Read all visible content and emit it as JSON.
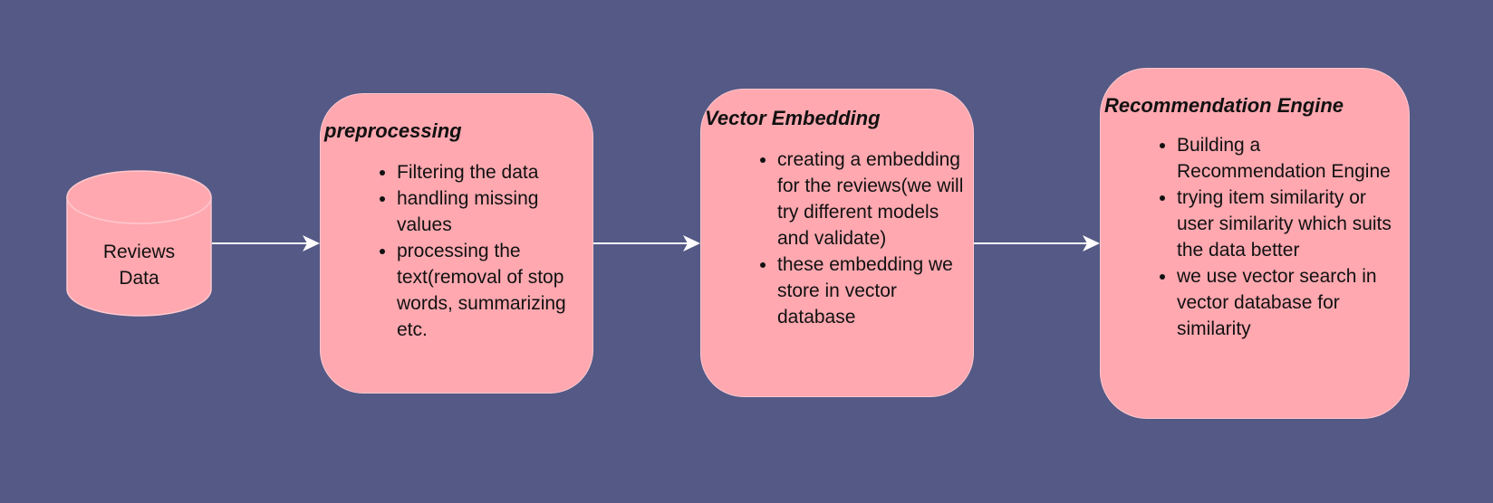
{
  "colors": {
    "background": "#545985",
    "node_fill": "#FFA8B0",
    "node_stroke": "#FFC8CE",
    "edge": "#FFFFFF"
  },
  "database": {
    "line1": "Reviews",
    "line2": "Data"
  },
  "preprocessing": {
    "title": "preprocessing",
    "items": [
      "Filtering the data",
      "handling missing values",
      "processing the text(removal of stop words, summarizing etc."
    ]
  },
  "embedding": {
    "title": "Vector Embedding",
    "items": [
      "creating a embedding for the reviews(we will try different models and validate)",
      "these embedding we store in vector database"
    ]
  },
  "engine": {
    "title": "Recommendation Engine",
    "items": [
      "Building a Recommendation Engine",
      "trying item similarity or user similarity which suits the data better",
      "we use vector search in vector database for similarity"
    ]
  }
}
